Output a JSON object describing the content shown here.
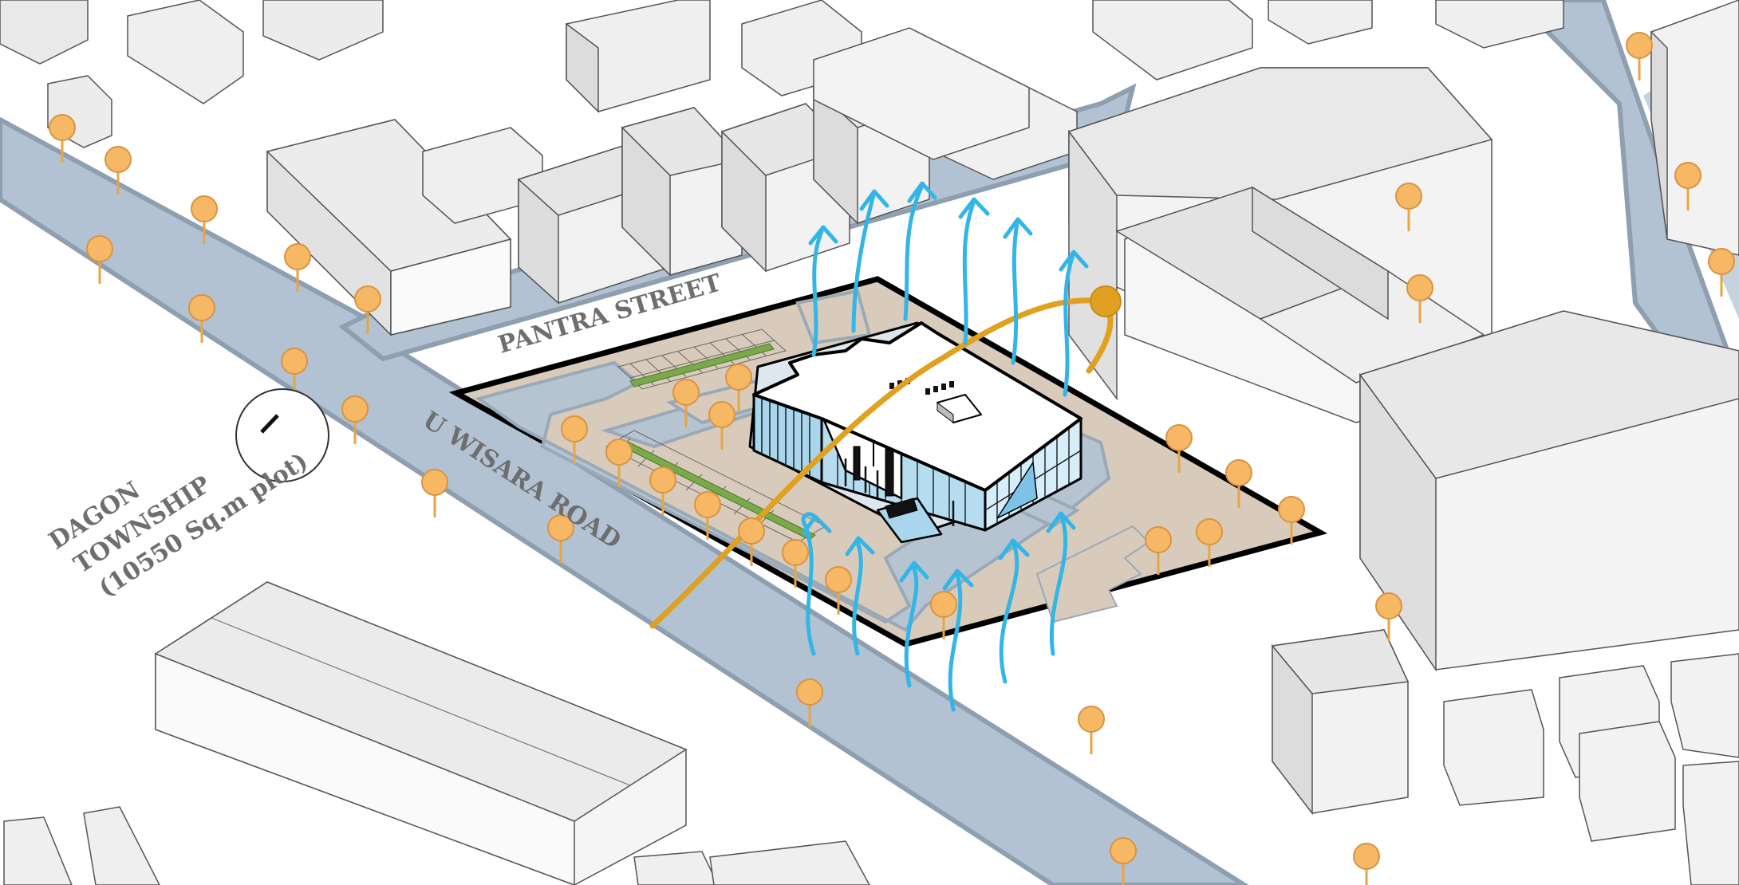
{
  "labels": {
    "street_north": "PANTRA STREET",
    "street_south": "U WISARA ROAD",
    "district_line1": "DAGON",
    "district_line2": "TOWNSHIP",
    "district_line3": "(10550 Sq.m plot)"
  },
  "legend": {
    "wind_color": "#33b5e5",
    "sun_path_color": "#e0a020",
    "tree_color": "#f7b866",
    "road_color": "#b2c2d2",
    "building_color": "#e9e9e9"
  },
  "icons": [
    "north-arrow-icon",
    "sun-icon",
    "wind-arrow-icon",
    "tree-icon"
  ]
}
